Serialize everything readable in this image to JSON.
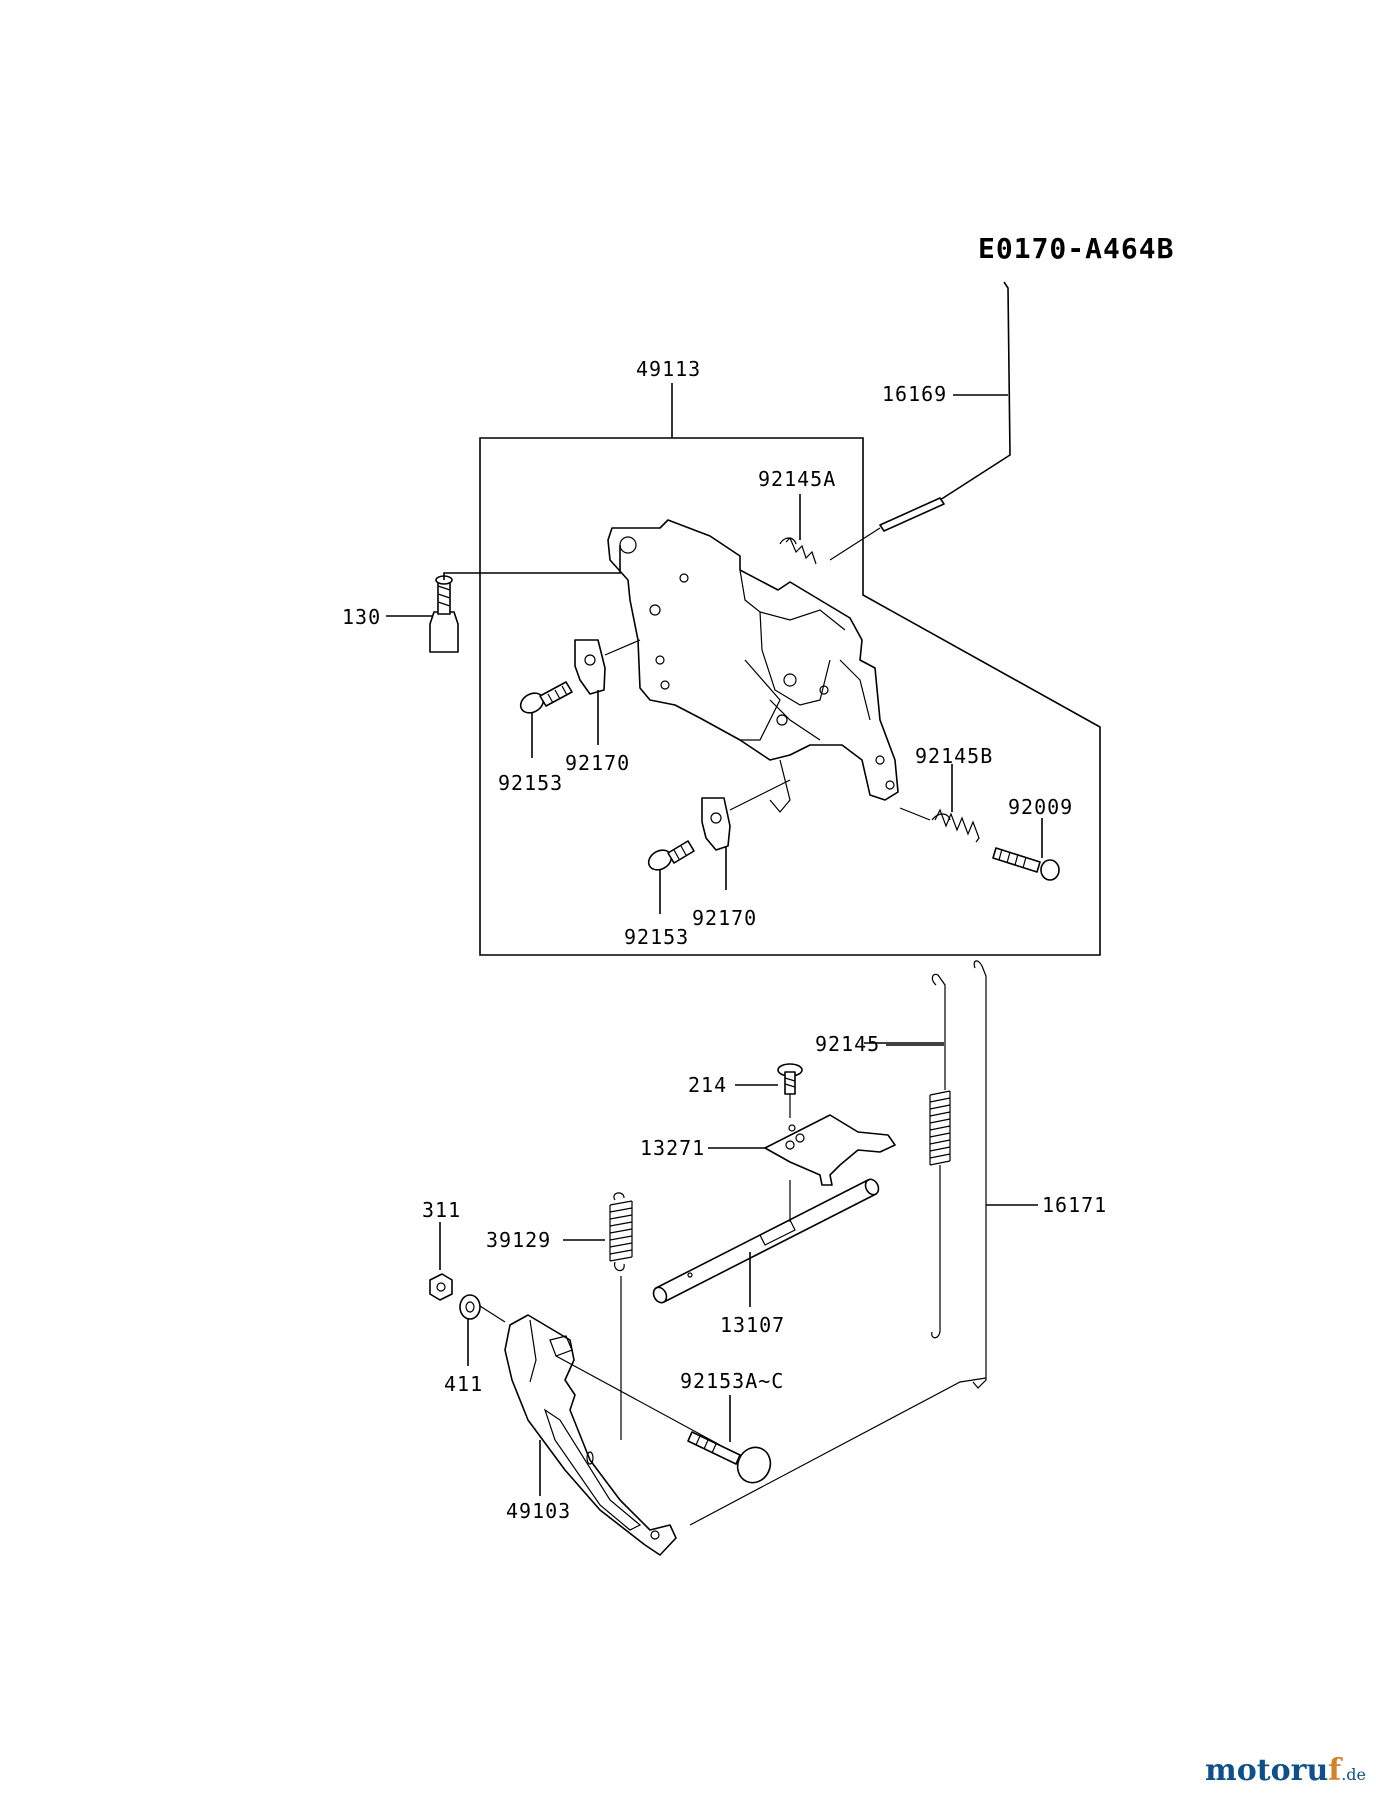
{
  "drawing_code": "E0170-A464B",
  "part_labels": {
    "p49113": "49113",
    "p16169": "16169",
    "p92145A": "92145A",
    "p130": "130",
    "p92170_a": "92170",
    "p92153_a": "92153",
    "p92145B": "92145B",
    "p92009": "92009",
    "p92170_b": "92170",
    "p92153_b": "92153",
    "p92145": "92145",
    "p214": "214",
    "p13271": "13271",
    "p311": "311",
    "p39129": "39129",
    "p16171": "16171",
    "p13107": "13107",
    "p411": "411",
    "p92153A_C": "92153A~C",
    "p49103": "49103"
  },
  "watermark": {
    "main": "motoru",
    "accent": "f",
    "tld": ".de"
  }
}
